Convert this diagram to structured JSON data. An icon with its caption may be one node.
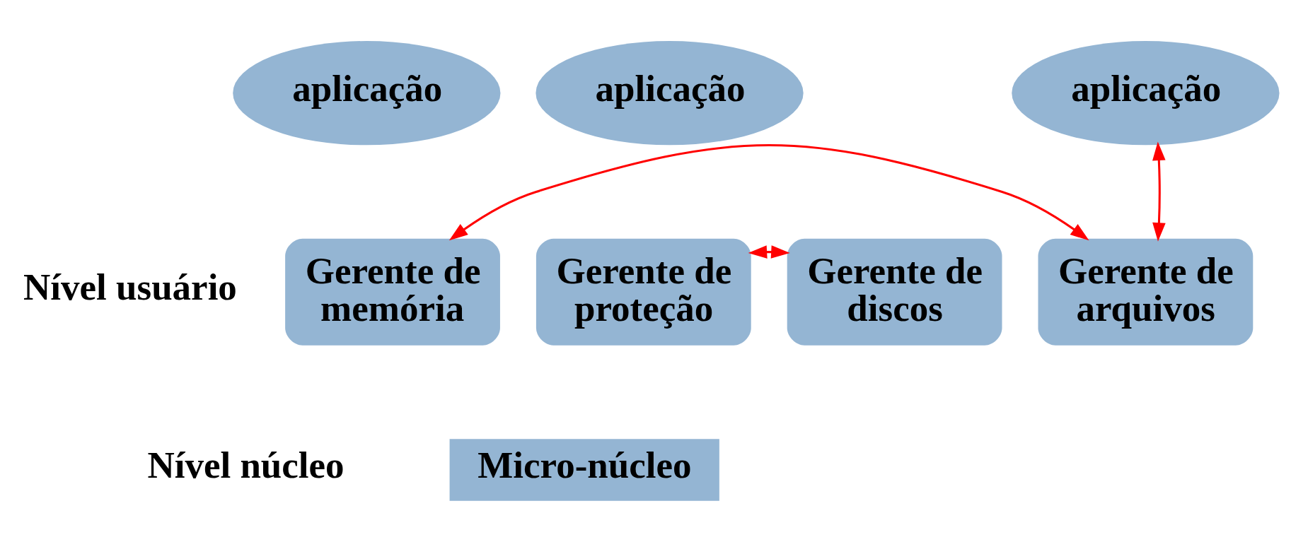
{
  "diagram": {
    "nodes": [
      {
        "text": [
          "aplicação"
        ]
      },
      {
        "text": [
          "aplicação"
        ]
      },
      {
        "text": [
          "aplicação"
        ]
      },
      {
        "text": [
          "Gerente de memória"
        ]
      },
      {
        "text": [
          "Gerente de proteção"
        ]
      },
      {
        "text": [
          "Gerente de discos"
        ]
      },
      {
        "text": [
          "Gerente de arquivos"
        ]
      },
      {
        "text": [
          "Micro-núcleo"
        ]
      }
    ],
    "edges": [
      {
        "from": 3,
        "to": 6,
        "arrow": "both"
      },
      {
        "from": 4,
        "to": 5,
        "arrow": "both"
      },
      {
        "from": 6,
        "to": 2,
        "arrow": "both"
      }
    ],
    "labels": [
      "Nível usuário",
      "Nível núcleo"
    ]
  }
}
